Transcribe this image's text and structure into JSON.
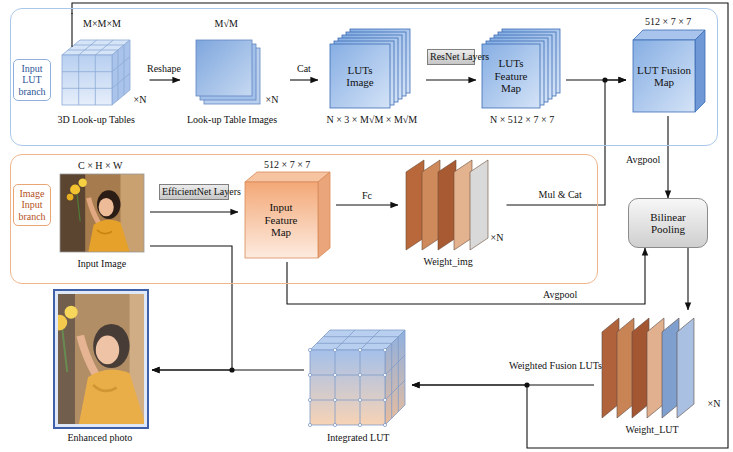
{
  "diagram": {
    "nodes": [
      {
        "text": [
          "Input LUT branch"
        ]
      },
      {
        "text": [
          "M×M×M",
          "×N",
          "3D Look-up Tables"
        ],
        "in": 0
      },
      {
        "text": [
          "M√M",
          "×N",
          "Look-up Table Images"
        ],
        "in": 0
      },
      {
        "text": [
          "LUTs Image",
          "N × 3 × M√M × M√M"
        ],
        "in": 0
      },
      {
        "text": [
          "LUTs Feature Map",
          "N × 512 × 7 × 7"
        ],
        "in": 0
      },
      {
        "text": [
          "512 × 7 × 7",
          "LUT Fusion Map"
        ],
        "in": 0
      },
      {
        "text": [
          "Image Input branch"
        ]
      },
      {
        "text": [
          "C × H × W",
          "Input Image"
        ],
        "in": 6
      },
      {
        "text": [
          "512 × 7 × 7",
          "Input Feature Map"
        ],
        "in": 6
      },
      {
        "text": [
          "Weight_img",
          "×N"
        ],
        "in": 6
      },
      {
        "text": [
          "Bilinear Pooling"
        ]
      },
      {
        "text": [
          "×N",
          "Weight_LUT"
        ]
      },
      {
        "text": [
          "Integrated LUT"
        ]
      },
      {
        "text": [
          "Enhanced photo"
        ]
      }
    ],
    "edges": [
      {
        "from": 1,
        "to": 2,
        "arrow": "to",
        "label": "Reshape"
      },
      {
        "from": 2,
        "to": 3,
        "arrow": "to",
        "label": "Cat"
      },
      {
        "from": 3,
        "to": 4,
        "arrow": "to",
        "label": "ResNet Layers"
      },
      {
        "from": 4,
        "to": 5,
        "arrow": "to"
      },
      {
        "from": 9,
        "to": 5,
        "arrow": "to",
        "label": "Mul & Cat"
      },
      {
        "from": 5,
        "to": 10,
        "arrow": "to",
        "label": "Avgpool"
      },
      {
        "from": 7,
        "to": 8,
        "arrow": "to",
        "label": "EfficientNet Layers"
      },
      {
        "from": 8,
        "to": 9,
        "arrow": "to",
        "label": "Fc"
      },
      {
        "from": 8,
        "to": 10,
        "arrow": "to",
        "label": "Avgpool"
      },
      {
        "from": 10,
        "to": 11,
        "arrow": "to"
      },
      {
        "from": 11,
        "to": 12,
        "arrow": "to",
        "label": "Weighted Fusion LUTs"
      },
      {
        "from": 1,
        "to": 12,
        "arrow": "to"
      },
      {
        "from": 12,
        "to": 13,
        "arrow": "to"
      },
      {
        "from": 7,
        "to": 13,
        "arrow": "to"
      }
    ]
  }
}
